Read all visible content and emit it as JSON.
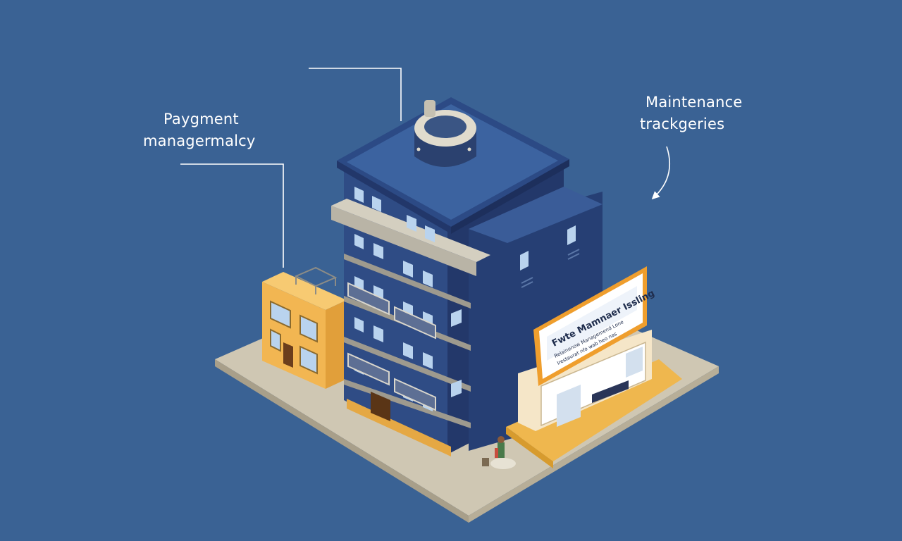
{
  "labels": {
    "payment": {
      "line1": "Paygment",
      "line2": "managermalcy"
    },
    "maintenance": {
      "line1": "Maintenance",
      "line2": "trackgeries"
    }
  },
  "billboard": {
    "headline": "Fwte Mamnaer Issling",
    "subline1": "Relainenow   Managemend Lone",
    "subline2": "Irestaurat  nfo wab heo nas"
  },
  "colors": {
    "background": "#3a6294",
    "tower_front": "#2f4c85",
    "tower_side": "#23386a",
    "tower_roof": "#3c63a0",
    "annex_front": "#f2b652",
    "annex_side": "#e19f3a",
    "ground": "#cfc7b3",
    "billboard_frame": "#ef9e2d",
    "window": "#b9d3ee"
  }
}
